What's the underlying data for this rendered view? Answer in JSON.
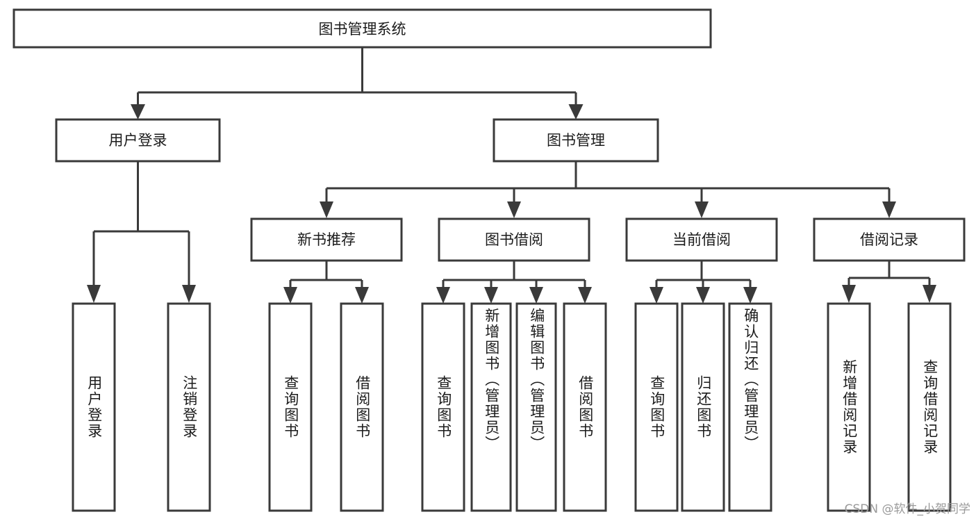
{
  "diagram": {
    "title": "图书管理系统",
    "type": "tree",
    "root": {
      "label": "图书管理系统"
    },
    "level2": [
      {
        "id": "user-login",
        "label": "用户登录"
      },
      {
        "id": "book-manage",
        "label": "图书管理"
      }
    ],
    "level3": [
      {
        "id": "new-book-recommend",
        "label": "新书推荐",
        "parent": "book-manage"
      },
      {
        "id": "book-borrow",
        "label": "图书借阅",
        "parent": "book-manage"
      },
      {
        "id": "current-borrow",
        "label": "当前借阅",
        "parent": "book-manage"
      },
      {
        "id": "borrow-record",
        "label": "借阅记录",
        "parent": "book-manage"
      }
    ],
    "leaves": [
      {
        "id": "leaf-user-login",
        "label": "用户登录",
        "parent": "user-login"
      },
      {
        "id": "leaf-logout-login",
        "label": "注销登录",
        "parent": "user-login"
      },
      {
        "id": "leaf-query-book-1",
        "label": "查询图书",
        "parent": "new-book-recommend"
      },
      {
        "id": "leaf-borrow-book-1",
        "label": "借阅图书",
        "parent": "new-book-recommend"
      },
      {
        "id": "leaf-query-book-2",
        "label": "查询图书",
        "parent": "book-borrow"
      },
      {
        "id": "leaf-add-book",
        "label": "新增图书（管理员）",
        "parent": "book-borrow"
      },
      {
        "id": "leaf-edit-book",
        "label": "编辑图书（管理员）",
        "parent": "book-borrow"
      },
      {
        "id": "leaf-borrow-book-2",
        "label": "借阅图书",
        "parent": "book-borrow"
      },
      {
        "id": "leaf-query-book-3",
        "label": "查询图书",
        "parent": "current-borrow"
      },
      {
        "id": "leaf-return-book",
        "label": "归还图书",
        "parent": "current-borrow"
      },
      {
        "id": "leaf-confirm-return",
        "label": "确认归还（管理员）",
        "parent": "current-borrow"
      },
      {
        "id": "leaf-add-record",
        "label": "新增借阅记录",
        "parent": "borrow-record"
      },
      {
        "id": "leaf-query-record",
        "label": "查询借阅记录",
        "parent": "borrow-record"
      }
    ],
    "colors": {
      "stroke": "#3a3a3a",
      "fill": "#ffffff",
      "text": "#1b1b1b",
      "watermark": "#9a9a9a"
    }
  },
  "watermark": {
    "text": "CSDN @软件_小贺同学"
  }
}
